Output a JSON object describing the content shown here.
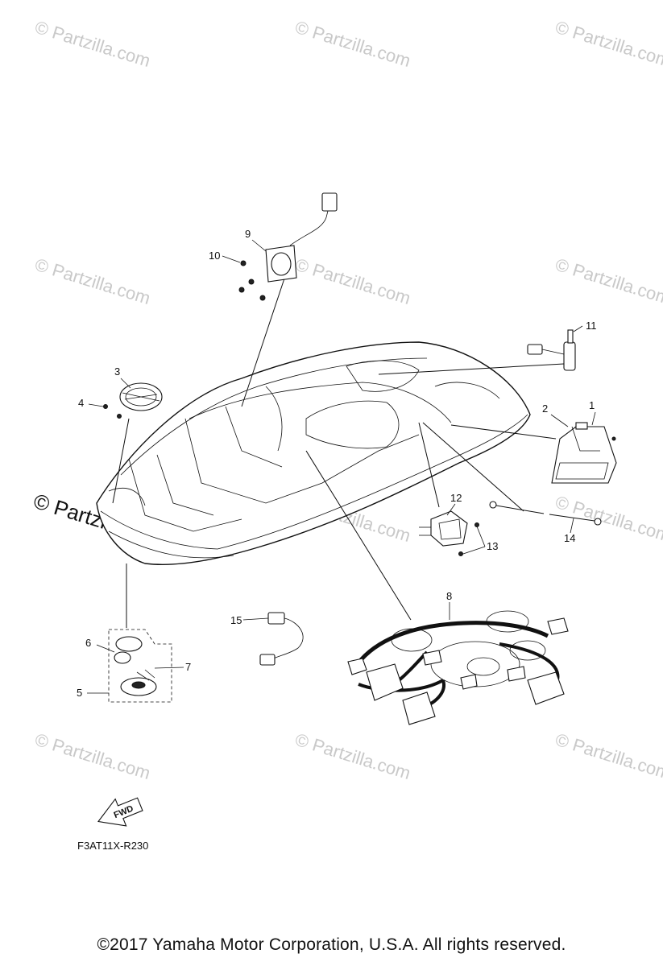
{
  "watermark": "© Partzilla.com",
  "callouts": [
    "1",
    "2",
    "3",
    "4",
    "5",
    "6",
    "7",
    "8",
    "9",
    "10",
    "11",
    "12",
    "13",
    "14",
    "15"
  ],
  "fwd_label": "FWD",
  "diagram_code": "F3AT11X-R230",
  "copyright": "©2017  Yamaha Motor Corporation, U.S.A. All rights reserved."
}
